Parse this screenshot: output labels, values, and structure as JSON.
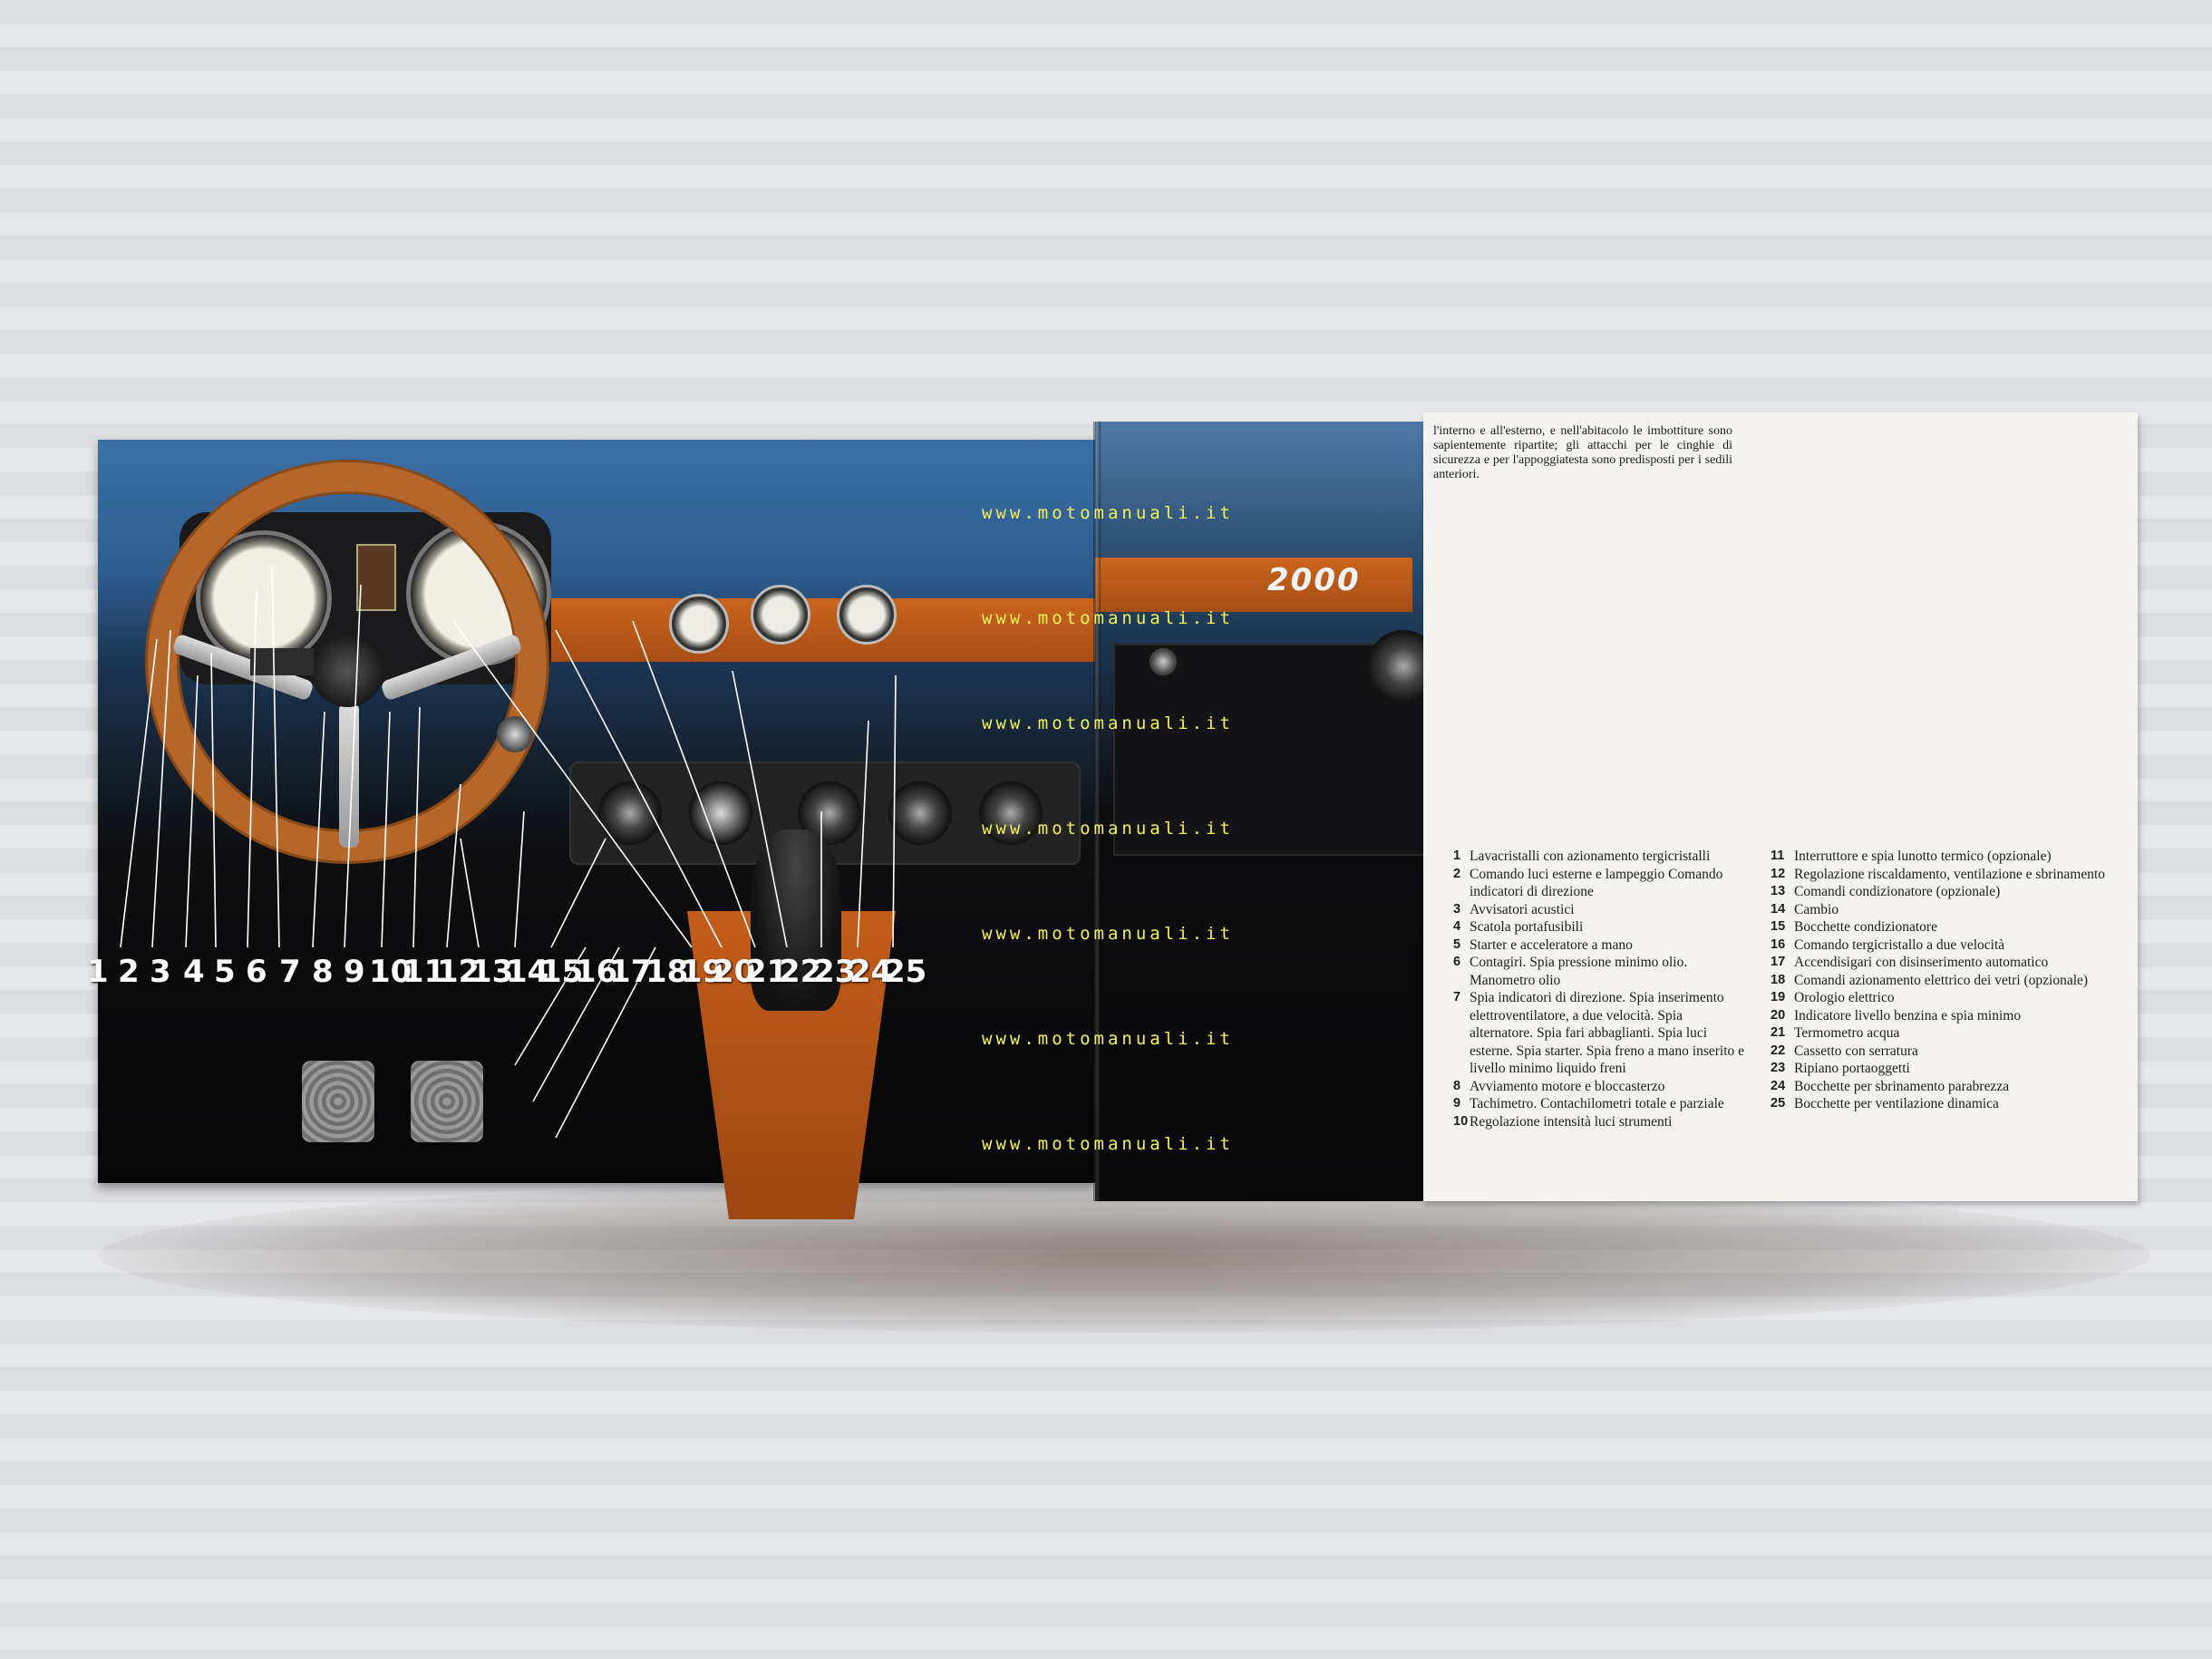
{
  "photo": {
    "badge": "2000",
    "callouts": [
      "1",
      "2",
      "3",
      "4",
      "5",
      "6",
      "7",
      "8",
      "9",
      "10",
      "11",
      "12",
      "13",
      "14",
      "15",
      "16",
      "17",
      "18",
      "19",
      "20",
      "21",
      "22",
      "23",
      "24",
      "25"
    ]
  },
  "watermark": {
    "text": "www.motomanuali.it"
  },
  "text_page": {
    "intro": "l'interno e all'esterno, e nell'abitacolo le imbottiture sono sapientemente ripartite; gli attacchi per le cinghie di sicurezza e per l'appoggiatesta sono predisposti per i sedili anteriori.",
    "legend_left": [
      {
        "n": "1",
        "text": "Lavacristalli con azionamento tergicristalli"
      },
      {
        "n": "2",
        "text": "Comando luci esterne e lampeggio Comando indicatori di direzione"
      },
      {
        "n": "3",
        "text": "Avvisatori acustici"
      },
      {
        "n": "4",
        "text": "Scatola portafusibili"
      },
      {
        "n": "5",
        "text": "Starter e acceleratore a mano"
      },
      {
        "n": "6",
        "text": "Contagiri. Spia pressione minimo olio. Manometro olio"
      },
      {
        "n": "7",
        "text": "Spia indicatori di direzione. Spia inserimento elettroventilatore, a due velocità. Spia alternatore. Spia fari abbaglianti. Spia luci esterne. Spia starter. Spia freno a mano inserito e livello minimo liquido freni"
      },
      {
        "n": "8",
        "text": "Avviamento motore e bloccasterzo"
      },
      {
        "n": "9",
        "text": "Tachimetro. Contachilometri totale e parziale"
      },
      {
        "n": "10",
        "text": "Regolazione intensità luci strumenti"
      }
    ],
    "legend_right": [
      {
        "n": "11",
        "text": "Interruttore e spia lunotto termico (opzionale)"
      },
      {
        "n": "12",
        "text": "Regolazione riscaldamento, ventilazione e sbrinamento"
      },
      {
        "n": "13",
        "text": "Comandi condizionatore (opzionale)"
      },
      {
        "n": "14",
        "text": "Cambio"
      },
      {
        "n": "15",
        "text": "Bocchette condizionatore"
      },
      {
        "n": "16",
        "text": "Comando tergicristallo a due velocità"
      },
      {
        "n": "17",
        "text": "Accendisigari con disinserimento automatico"
      },
      {
        "n": "18",
        "text": "Comandi azionamento elettrico dei vetri (opzionale)"
      },
      {
        "n": "19",
        "text": "Orologio elettrico"
      },
      {
        "n": "20",
        "text": "Indicatore livello benzina e spia minimo"
      },
      {
        "n": "21",
        "text": "Termometro acqua"
      },
      {
        "n": "22",
        "text": "Cassetto con serratura"
      },
      {
        "n": "23",
        "text": "Ripiano portaoggetti"
      },
      {
        "n": "24",
        "text": "Bocchette per sbrinamento parabrezza"
      },
      {
        "n": "25",
        "text": "Bocchette per ventilazione dinamica"
      }
    ]
  }
}
